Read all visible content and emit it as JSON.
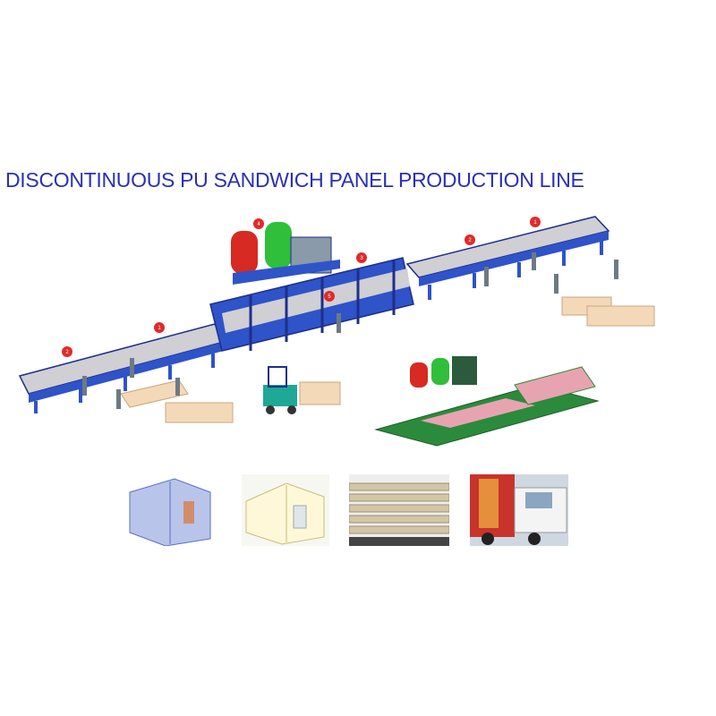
{
  "title": "DISCONTINUOUS PU SANDWICH PANEL PRODUCTION LINE",
  "colors": {
    "title": "#2a2fb8",
    "frame": "#2f53c8",
    "frame_dark": "#1e2f8a",
    "belt": "#cfcfd4",
    "tank_red": "#d62a23",
    "tank_green": "#2fbf3a",
    "marker": "#e02a2a",
    "panel": "#f3d9b8",
    "green_line": "#2c8a3c",
    "forklift": "#1fa896"
  },
  "markers": [
    "1",
    "2",
    "3",
    "4",
    "5"
  ],
  "photos": [
    {
      "name": "cold-room-photo"
    },
    {
      "name": "prefab-house-photo"
    },
    {
      "name": "panel-stack-photo"
    },
    {
      "name": "refrigerated-truck-photo"
    }
  ]
}
